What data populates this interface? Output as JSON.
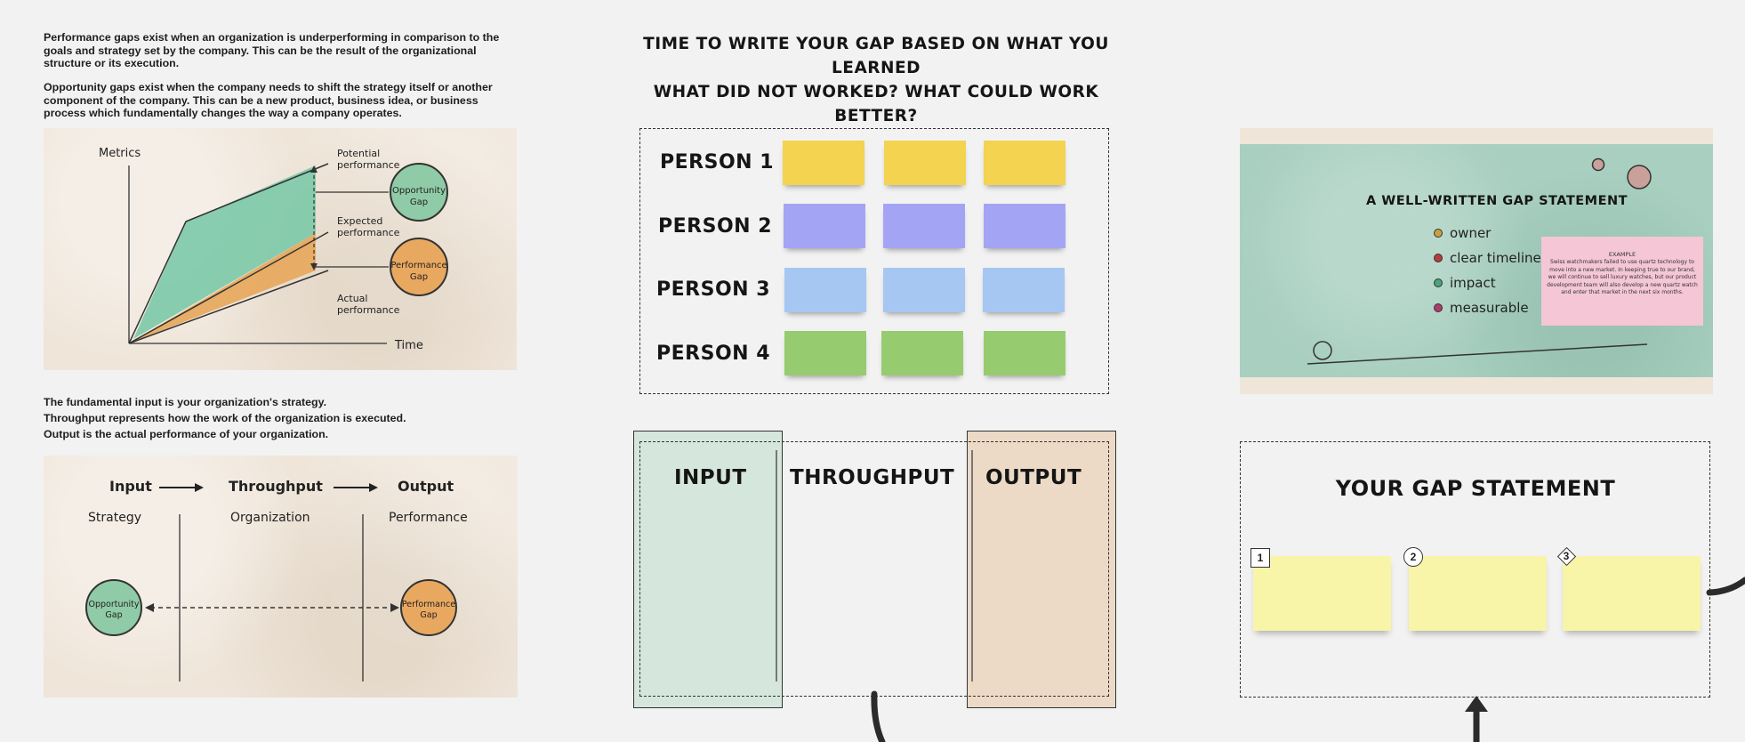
{
  "left": {
    "para1": "Performance gaps exist when an organization is underperforming in comparison to the goals and strategy set by the company. This can be the result of the organizational structure or its execution.",
    "para2": "Opportunity gaps exist when the company needs to shift the strategy itself or another component of the company. This can be a new product, business idea, or business process which fundamentally changes the way a company operates.",
    "chart1": {
      "ylabel": "Metrics",
      "xlabel": "Time",
      "potential": [
        "Potential",
        "performance"
      ],
      "expected": [
        "Expected",
        "performance"
      ],
      "actual": [
        "Actual",
        "performance"
      ],
      "opportunity_gap": [
        "Opportunity",
        "Gap"
      ],
      "performance_gap": [
        "Performance",
        "Gap"
      ],
      "colors": {
        "opportunity": "#7cc9a8",
        "performance": "#e7a65a"
      }
    },
    "para3_line1": "The fundamental input is your organization's strategy.",
    "para3_line2": "Throughput represents how the work of the organization is executed.",
    "para3_line3": "Output is the actual performance of your organization.",
    "chart2": {
      "input": "Input",
      "throughput": "Throughput",
      "output": "Output",
      "strategy": "Strategy",
      "organization": "Organization",
      "performance": "Performance",
      "opportunity_gap": [
        "Opportunity",
        "Gap"
      ],
      "performance_gap": [
        "Performance",
        "Gap"
      ]
    }
  },
  "middle": {
    "heading_line1": "TIME TO WRITE YOUR GAP BASED ON WHAT YOU",
    "heading_line2": "LEARNED",
    "heading_line3": "WHAT DID NOT WORKED? WHAT COULD WORK BETTER?",
    "persons": [
      "PERSON 1",
      "PERSON 2",
      "PERSON 3",
      "PERSON 4"
    ],
    "sticky_colors": [
      "#f3d350",
      "#a3a5f4",
      "#a6c7f2",
      "#96cc6f"
    ],
    "columns": {
      "input": "INPUT",
      "throughput": "THROUGHPUT",
      "output": "OUTPUT"
    }
  },
  "right": {
    "slide": {
      "title": "A WELL-WRITTEN GAP STATEMENT",
      "bullets": [
        "owner",
        "clear timeline",
        "impact",
        "measurable"
      ],
      "bullet_colors": [
        "#c9a13c",
        "#b83a3a",
        "#4aa37a",
        "#b03a6a"
      ],
      "example_title": "EXAMPLE",
      "example_text": "Swiss watchmakers failed to use quartz technology to move into a new market. In keeping true to our brand, we will continue to sell luxury watches, but our product development team will also develop a new quartz watch and enter that market in the next six months."
    },
    "gap_title": "YOUR GAP STATEMENT",
    "steps": [
      "1",
      "2",
      "3"
    ]
  }
}
